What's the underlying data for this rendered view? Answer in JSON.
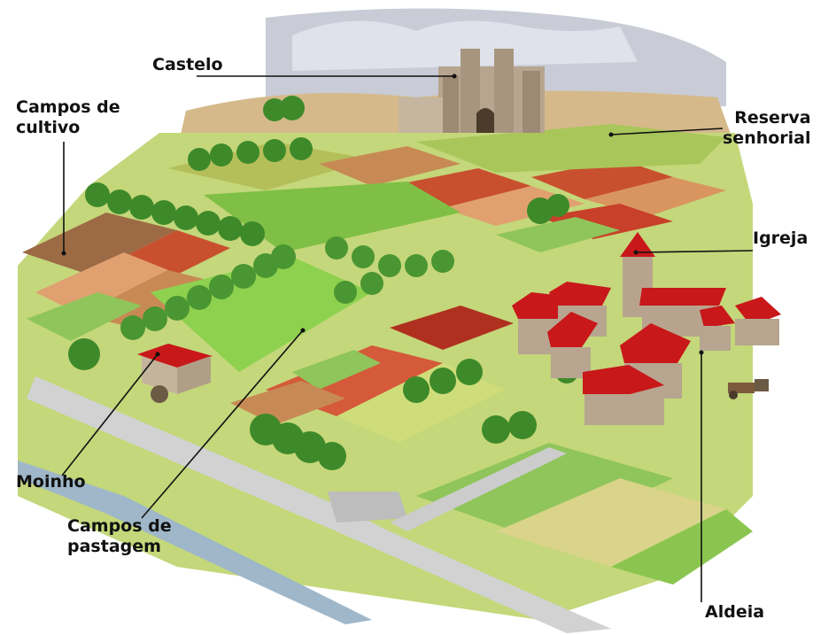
{
  "labels": {
    "castelo": "Castelo",
    "campos_cultivo": {
      "line1": "Campos de",
      "line2": "cultivo"
    },
    "reserva": {
      "line1": "Reserva",
      "line2": "senhorial"
    },
    "igreja": "Igreja",
    "moinho": "Moinho",
    "campos_pastagem": {
      "line1": "Campos de",
      "line2": "pastagem"
    },
    "aldeia": "Aldeia"
  },
  "colors": {
    "sky": "#c9ccd6",
    "field_green": "#8fc55a",
    "field_light": "#c4d77a",
    "field_brown": "#c88a55",
    "field_red": "#c8502f",
    "roof_red": "#c8181a",
    "stone": "#b7a58f",
    "road": "#c8c8c8",
    "tree": "#3e8a2a",
    "leader_line": "#111111"
  }
}
